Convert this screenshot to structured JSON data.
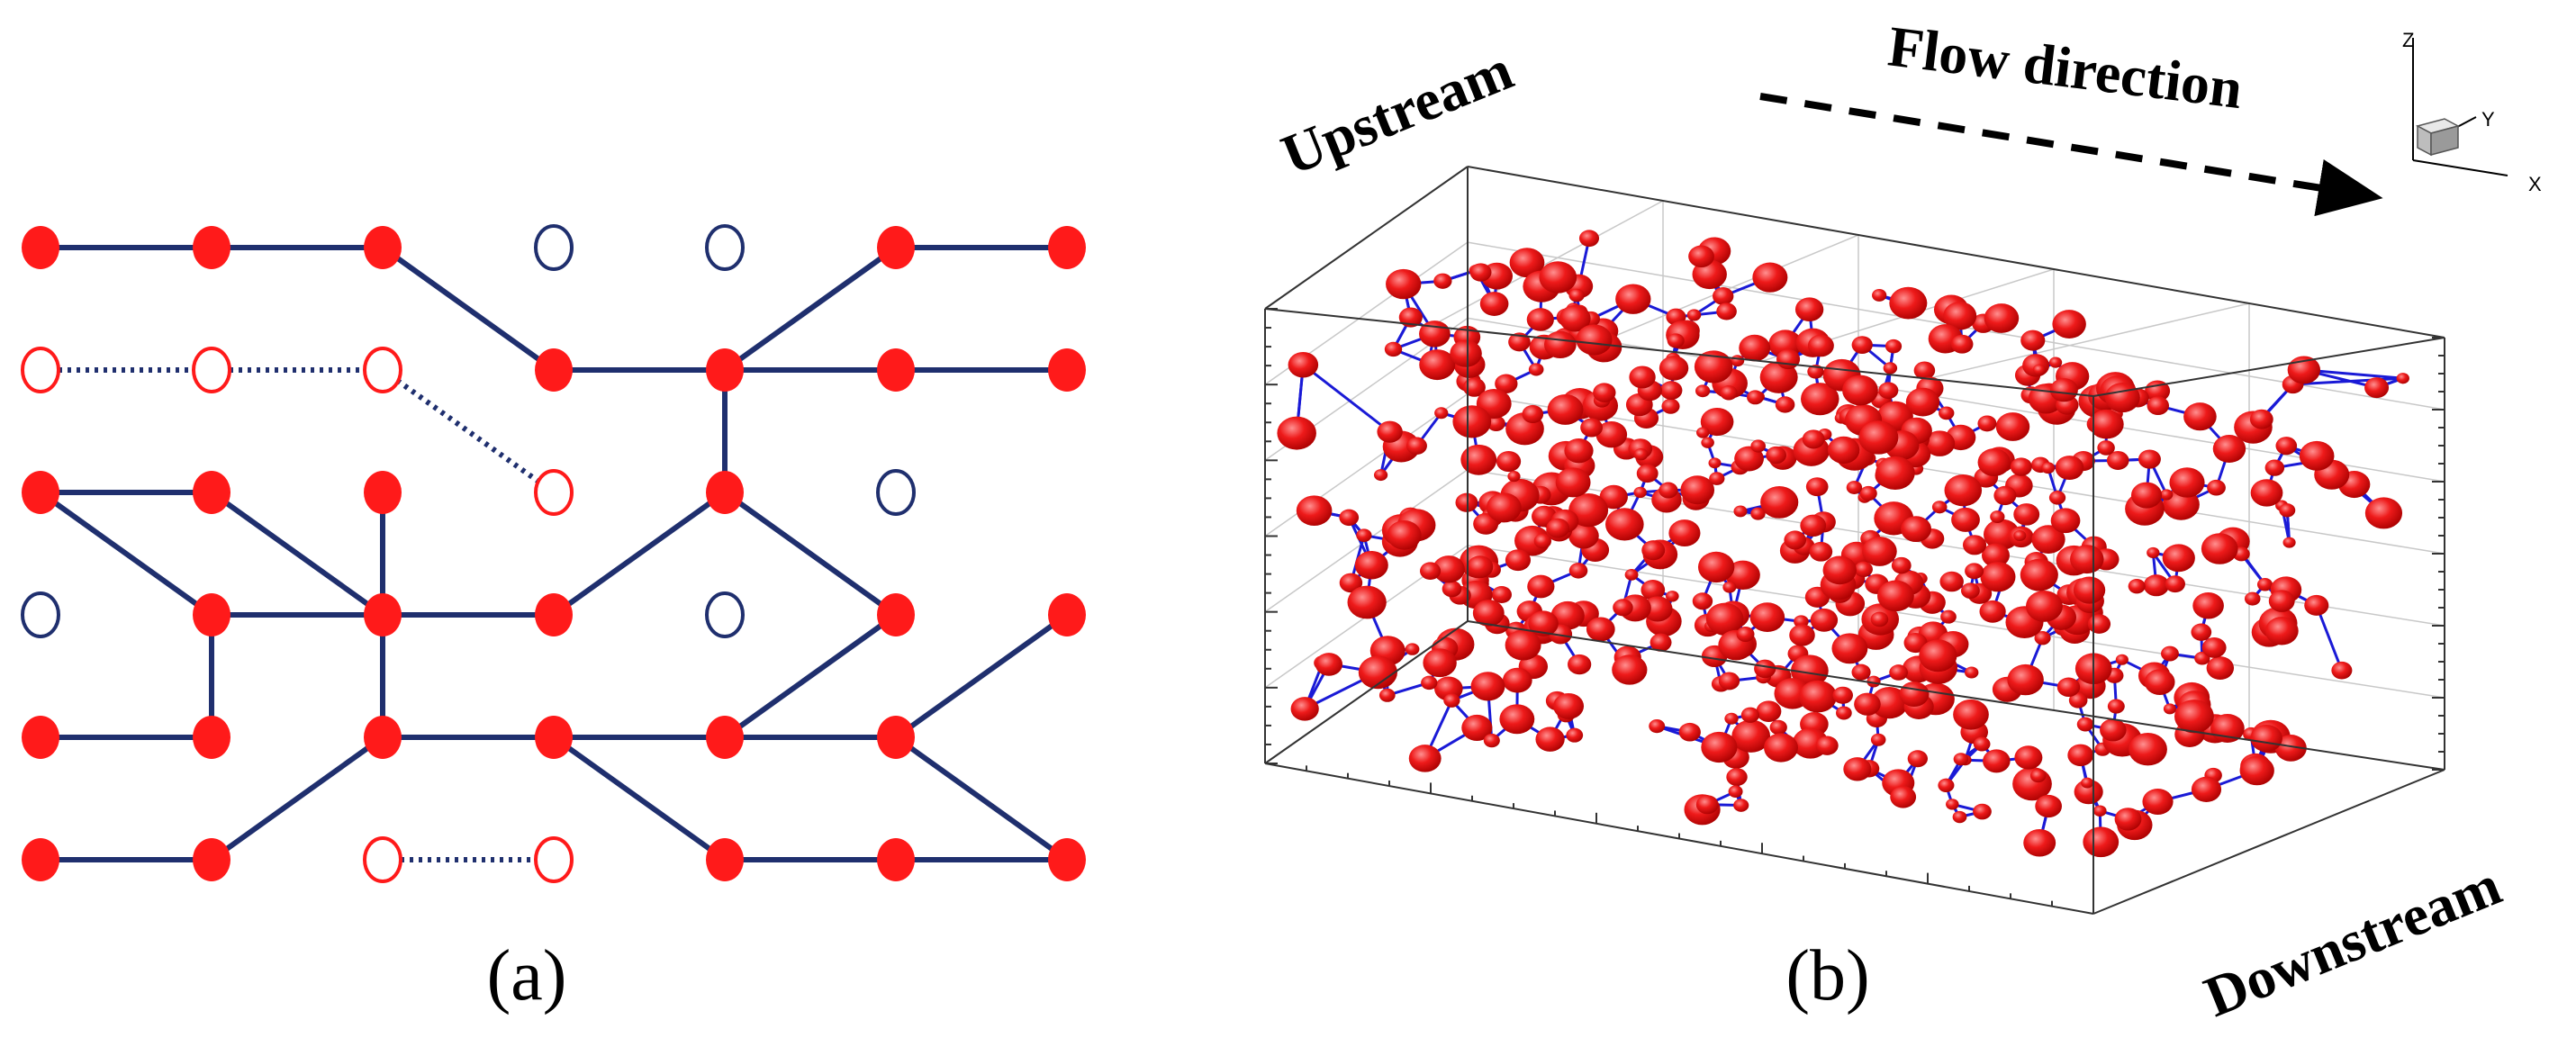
{
  "panel_a": {
    "caption": "(a)",
    "columns": 7,
    "rows": 6,
    "nodes": [
      {
        "c": 0,
        "r": 0,
        "t": "filled"
      },
      {
        "c": 1,
        "r": 0,
        "t": "filled"
      },
      {
        "c": 2,
        "r": 0,
        "t": "filled"
      },
      {
        "c": 3,
        "r": 0,
        "t": "open-blue"
      },
      {
        "c": 4,
        "r": 0,
        "t": "open-blue"
      },
      {
        "c": 5,
        "r": 0,
        "t": "filled"
      },
      {
        "c": 6,
        "r": 0,
        "t": "filled"
      },
      {
        "c": 0,
        "r": 1,
        "t": "open-red"
      },
      {
        "c": 1,
        "r": 1,
        "t": "open-red"
      },
      {
        "c": 2,
        "r": 1,
        "t": "open-red"
      },
      {
        "c": 3,
        "r": 1,
        "t": "filled"
      },
      {
        "c": 4,
        "r": 1,
        "t": "filled"
      },
      {
        "c": 5,
        "r": 1,
        "t": "filled"
      },
      {
        "c": 6,
        "r": 1,
        "t": "filled"
      },
      {
        "c": 0,
        "r": 2,
        "t": "filled"
      },
      {
        "c": 1,
        "r": 2,
        "t": "filled"
      },
      {
        "c": 2,
        "r": 2,
        "t": "filled"
      },
      {
        "c": 3,
        "r": 2,
        "t": "open-red"
      },
      {
        "c": 4,
        "r": 2,
        "t": "filled"
      },
      {
        "c": 5,
        "r": 2,
        "t": "open-blue"
      },
      {
        "c": 0,
        "r": 3,
        "t": "open-blue"
      },
      {
        "c": 1,
        "r": 3,
        "t": "filled"
      },
      {
        "c": 2,
        "r": 3,
        "t": "filled"
      },
      {
        "c": 3,
        "r": 3,
        "t": "filled"
      },
      {
        "c": 4,
        "r": 3,
        "t": "open-blue"
      },
      {
        "c": 5,
        "r": 3,
        "t": "filled"
      },
      {
        "c": 6,
        "r": 3,
        "t": "filled"
      },
      {
        "c": 0,
        "r": 4,
        "t": "filled"
      },
      {
        "c": 1,
        "r": 4,
        "t": "filled"
      },
      {
        "c": 2,
        "r": 4,
        "t": "filled"
      },
      {
        "c": 3,
        "r": 4,
        "t": "filled"
      },
      {
        "c": 4,
        "r": 4,
        "t": "filled"
      },
      {
        "c": 5,
        "r": 4,
        "t": "filled"
      },
      {
        "c": 0,
        "r": 5,
        "t": "filled"
      },
      {
        "c": 1,
        "r": 5,
        "t": "filled"
      },
      {
        "c": 2,
        "r": 5,
        "t": "open-red"
      },
      {
        "c": 3,
        "r": 5,
        "t": "open-red"
      },
      {
        "c": 4,
        "r": 5,
        "t": "filled"
      },
      {
        "c": 5,
        "r": 5,
        "t": "filled"
      },
      {
        "c": 6,
        "r": 5,
        "t": "filled"
      }
    ],
    "edges": [
      {
        "a": [
          0,
          0
        ],
        "b": [
          1,
          0
        ],
        "s": "solid"
      },
      {
        "a": [
          1,
          0
        ],
        "b": [
          2,
          0
        ],
        "s": "solid"
      },
      {
        "a": [
          2,
          0
        ],
        "b": [
          3,
          1
        ],
        "s": "solid"
      },
      {
        "a": [
          5,
          0
        ],
        "b": [
          6,
          0
        ],
        "s": "solid"
      },
      {
        "a": [
          5,
          0
        ],
        "b": [
          4,
          1
        ],
        "s": "solid"
      },
      {
        "a": [
          0,
          1
        ],
        "b": [
          1,
          1
        ],
        "s": "dotted"
      },
      {
        "a": [
          1,
          1
        ],
        "b": [
          2,
          1
        ],
        "s": "dotted"
      },
      {
        "a": [
          2,
          1
        ],
        "b": [
          3,
          2
        ],
        "s": "dotted"
      },
      {
        "a": [
          3,
          1
        ],
        "b": [
          4,
          1
        ],
        "s": "solid"
      },
      {
        "a": [
          4,
          1
        ],
        "b": [
          5,
          1
        ],
        "s": "solid"
      },
      {
        "a": [
          5,
          1
        ],
        "b": [
          6,
          1
        ],
        "s": "solid"
      },
      {
        "a": [
          4,
          1
        ],
        "b": [
          4,
          2
        ],
        "s": "solid"
      },
      {
        "a": [
          0,
          2
        ],
        "b": [
          1,
          2
        ],
        "s": "solid"
      },
      {
        "a": [
          0,
          2
        ],
        "b": [
          1,
          3
        ],
        "s": "solid"
      },
      {
        "a": [
          1,
          2
        ],
        "b": [
          2,
          3
        ],
        "s": "solid"
      },
      {
        "a": [
          2,
          2
        ],
        "b": [
          2,
          3
        ],
        "s": "solid"
      },
      {
        "a": [
          4,
          2
        ],
        "b": [
          3,
          3
        ],
        "s": "solid"
      },
      {
        "a": [
          4,
          2
        ],
        "b": [
          5,
          3
        ],
        "s": "solid"
      },
      {
        "a": [
          1,
          3
        ],
        "b": [
          2,
          3
        ],
        "s": "solid"
      },
      {
        "a": [
          2,
          3
        ],
        "b": [
          3,
          3
        ],
        "s": "solid"
      },
      {
        "a": [
          1,
          3
        ],
        "b": [
          1,
          4
        ],
        "s": "solid"
      },
      {
        "a": [
          2,
          3
        ],
        "b": [
          2,
          4
        ],
        "s": "solid"
      },
      {
        "a": [
          5,
          3
        ],
        "b": [
          4,
          4
        ],
        "s": "solid"
      },
      {
        "a": [
          6,
          3
        ],
        "b": [
          5,
          4
        ],
        "s": "solid"
      },
      {
        "a": [
          0,
          4
        ],
        "b": [
          1,
          4
        ],
        "s": "solid"
      },
      {
        "a": [
          2,
          4
        ],
        "b": [
          3,
          4
        ],
        "s": "solid"
      },
      {
        "a": [
          3,
          4
        ],
        "b": [
          4,
          4
        ],
        "s": "solid"
      },
      {
        "a": [
          4,
          4
        ],
        "b": [
          5,
          4
        ],
        "s": "solid"
      },
      {
        "a": [
          2,
          4
        ],
        "b": [
          1,
          5
        ],
        "s": "solid"
      },
      {
        "a": [
          3,
          4
        ],
        "b": [
          4,
          5
        ],
        "s": "solid"
      },
      {
        "a": [
          5,
          4
        ],
        "b": [
          6,
          5
        ],
        "s": "solid"
      },
      {
        "a": [
          0,
          5
        ],
        "b": [
          1,
          5
        ],
        "s": "solid"
      },
      {
        "a": [
          2,
          5
        ],
        "b": [
          3,
          5
        ],
        "s": "dotted"
      },
      {
        "a": [
          4,
          5
        ],
        "b": [
          5,
          5
        ],
        "s": "solid"
      },
      {
        "a": [
          5,
          5
        ],
        "b": [
          6,
          5
        ],
        "s": "solid"
      }
    ]
  },
  "panel_b": {
    "caption": "(b)",
    "upstream_label": "Upstream",
    "downstream_label": "Downstream",
    "flow_label": "Flow direction",
    "axes": {
      "z": "Z",
      "y": "Y",
      "x": "X"
    },
    "colors": {
      "pore": "#e8141a",
      "throat": "#1a1ad6"
    }
  }
}
